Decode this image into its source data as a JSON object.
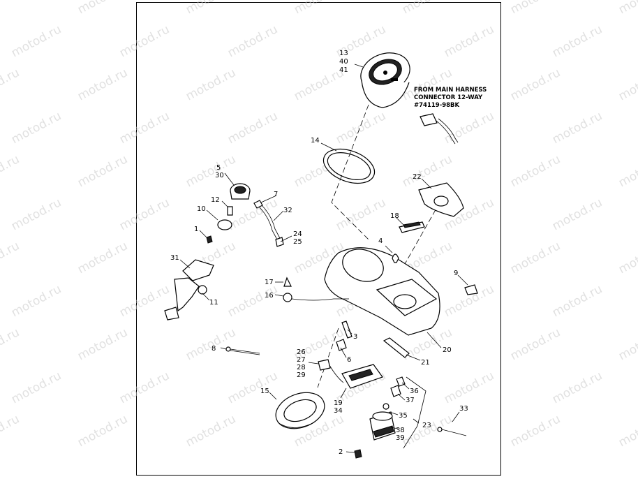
{
  "watermark": "motod.ru",
  "note": {
    "lines": [
      "FROM MAIN HARNESS",
      "CONNECTOR 12-WAY",
      "#74119-98BK"
    ]
  },
  "callouts": [
    {
      "id": "c13",
      "text": "13"
    },
    {
      "id": "c40",
      "text": "40"
    },
    {
      "id": "c41",
      "text": "41"
    },
    {
      "id": "c14",
      "text": "14"
    },
    {
      "id": "c5",
      "text": "5"
    },
    {
      "id": "c30",
      "text": "30"
    },
    {
      "id": "c12",
      "text": "12"
    },
    {
      "id": "c7",
      "text": "7"
    },
    {
      "id": "c10",
      "text": "10"
    },
    {
      "id": "c32",
      "text": "32"
    },
    {
      "id": "c1",
      "text": "1"
    },
    {
      "id": "c24",
      "text": "24"
    },
    {
      "id": "c25",
      "text": "25"
    },
    {
      "id": "c22",
      "text": "22"
    },
    {
      "id": "c18",
      "text": "18"
    },
    {
      "id": "c4",
      "text": "4"
    },
    {
      "id": "c31",
      "text": "31"
    },
    {
      "id": "c9",
      "text": "9"
    },
    {
      "id": "c17",
      "text": "17"
    },
    {
      "id": "c16",
      "text": "16"
    },
    {
      "id": "c11",
      "text": "11"
    },
    {
      "id": "c3",
      "text": "3"
    },
    {
      "id": "c20",
      "text": "20"
    },
    {
      "id": "c8",
      "text": "8"
    },
    {
      "id": "c21",
      "text": "21"
    },
    {
      "id": "c6",
      "text": "6"
    },
    {
      "id": "c26",
      "text": "26"
    },
    {
      "id": "c27",
      "text": "27"
    },
    {
      "id": "c28",
      "text": "28"
    },
    {
      "id": "c29",
      "text": "29"
    },
    {
      "id": "c36",
      "text": "36"
    },
    {
      "id": "c15",
      "text": "15"
    },
    {
      "id": "c19",
      "text": "19"
    },
    {
      "id": "c34",
      "text": "34"
    },
    {
      "id": "c37",
      "text": "37"
    },
    {
      "id": "c33",
      "text": "33"
    },
    {
      "id": "c35",
      "text": "35"
    },
    {
      "id": "c23",
      "text": "23"
    },
    {
      "id": "c38",
      "text": "38"
    },
    {
      "id": "c39",
      "text": "39"
    },
    {
      "id": "c2",
      "text": "2"
    }
  ]
}
